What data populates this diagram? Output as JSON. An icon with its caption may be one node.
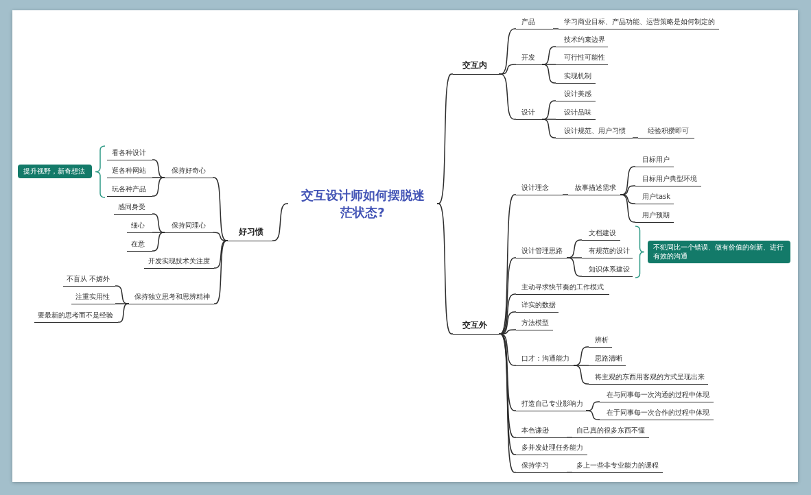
{
  "diagram": {
    "nodes": [
      {
        "text": [
          "交互设计师如何摆脱迷茫状态?"
        ]
      },
      {
        "text": [
          "好习惯"
        ]
      },
      {
        "text": [
          "保持好奇心"
        ]
      },
      {
        "text": [
          "看各种设计"
        ]
      },
      {
        "text": [
          "逛各种网站"
        ]
      },
      {
        "text": [
          "玩各种产品"
        ]
      },
      {
        "text": [
          "提升视野，新奇想法"
        ]
      },
      {
        "text": [
          "保持同理心"
        ]
      },
      {
        "text": [
          "感同身受"
        ]
      },
      {
        "text": [
          "细心"
        ]
      },
      {
        "text": [
          "在意"
        ]
      },
      {
        "text": [
          "开发实现技术关注度"
        ]
      },
      {
        "text": [
          "保持独立思考和思辨精神"
        ]
      },
      {
        "text": [
          "不盲从 不媚外"
        ]
      },
      {
        "text": [
          "注重实用性"
        ]
      },
      {
        "text": [
          "要最新的思考而不是经验"
        ]
      },
      {
        "text": [
          "交互内"
        ]
      },
      {
        "text": [
          "产品"
        ]
      },
      {
        "text": [
          "学习商业目标、产品功能、运营策略是如何制定的"
        ]
      },
      {
        "text": [
          "开发"
        ]
      },
      {
        "text": [
          "技术约束边界"
        ]
      },
      {
        "text": [
          "可行性可能性"
        ]
      },
      {
        "text": [
          "实现机制"
        ]
      },
      {
        "text": [
          "设计"
        ]
      },
      {
        "text": [
          "设计美感"
        ]
      },
      {
        "text": [
          "设计品味"
        ]
      },
      {
        "text": [
          "设计规范、用户习惯"
        ]
      },
      {
        "text": [
          "经验积攒即可"
        ]
      },
      {
        "text": [
          "交互外"
        ]
      },
      {
        "text": [
          "设计理念"
        ]
      },
      {
        "text": [
          "故事描述需求"
        ]
      },
      {
        "text": [
          "目标用户"
        ]
      },
      {
        "text": [
          "目标用户典型环境"
        ]
      },
      {
        "text": [
          "用户task"
        ]
      },
      {
        "text": [
          "用户预期"
        ]
      },
      {
        "text": [
          "设计管理思路"
        ]
      },
      {
        "text": [
          "文档建设"
        ]
      },
      {
        "text": [
          "有规范的设计"
        ]
      },
      {
        "text": [
          "知识体系建设"
        ]
      },
      {
        "text": [
          "不犯同比一个错误、做有价值的创新、进行有效的沟通"
        ]
      },
      {
        "text": [
          "主动寻求快节奏的工作模式"
        ]
      },
      {
        "text": [
          "详实的数据"
        ]
      },
      {
        "text": [
          "方法模型"
        ]
      },
      {
        "text": [
          "口才：沟通能力"
        ]
      },
      {
        "text": [
          "辨析"
        ]
      },
      {
        "text": [
          "思路清晰"
        ]
      },
      {
        "text": [
          "将主观的东西用客观的方式呈现出来"
        ]
      },
      {
        "text": [
          "打造自己专业影响力"
        ]
      },
      {
        "text": [
          "在与同事每一次沟通的过程中体现"
        ]
      },
      {
        "text": [
          "在于同事每一次合作的过程中体现"
        ]
      },
      {
        "text": [
          "本色谦逊"
        ]
      },
      {
        "text": [
          "自己真的很多东西不懂"
        ]
      },
      {
        "text": [
          "多并发处理任务能力"
        ]
      },
      {
        "text": [
          "保持学习"
        ]
      },
      {
        "text": [
          "多上一些非专业能力的课程"
        ]
      }
    ],
    "edges": [
      {
        "from": 0,
        "to": 1,
        "arrow": "none"
      },
      {
        "from": 1,
        "to": 2,
        "arrow": "none"
      },
      {
        "from": 2,
        "to": 3,
        "arrow": "none"
      },
      {
        "from": 2,
        "to": 4,
        "arrow": "none"
      },
      {
        "from": 2,
        "to": 5,
        "arrow": "none"
      },
      {
        "from": 1,
        "to": 7,
        "arrow": "none"
      },
      {
        "from": 7,
        "to": 8,
        "arrow": "none"
      },
      {
        "from": 7,
        "to": 9,
        "arrow": "none"
      },
      {
        "from": 7,
        "to": 10,
        "arrow": "none"
      },
      {
        "from": 1,
        "to": 11,
        "arrow": "none"
      },
      {
        "from": 1,
        "to": 12,
        "arrow": "none"
      },
      {
        "from": 12,
        "to": 13,
        "arrow": "none"
      },
      {
        "from": 12,
        "to": 14,
        "arrow": "none"
      },
      {
        "from": 12,
        "to": 15,
        "arrow": "none"
      },
      {
        "from": 0,
        "to": 16,
        "arrow": "none"
      },
      {
        "from": 16,
        "to": 17,
        "arrow": "none"
      },
      {
        "from": 17,
        "to": 18,
        "arrow": "none"
      },
      {
        "from": 16,
        "to": 19,
        "arrow": "none"
      },
      {
        "from": 19,
        "to": 20,
        "arrow": "none"
      },
      {
        "from": 19,
        "to": 21,
        "arrow": "none"
      },
      {
        "from": 19,
        "to": 22,
        "arrow": "none"
      },
      {
        "from": 16,
        "to": 23,
        "arrow": "none"
      },
      {
        "from": 23,
        "to": 24,
        "arrow": "none"
      },
      {
        "from": 23,
        "to": 25,
        "arrow": "none"
      },
      {
        "from": 23,
        "to": 26,
        "arrow": "none"
      },
      {
        "from": 26,
        "to": 27,
        "arrow": "none"
      },
      {
        "from": 0,
        "to": 28,
        "arrow": "none"
      },
      {
        "from": 28,
        "to": 29,
        "arrow": "none"
      },
      {
        "from": 29,
        "to": 30,
        "arrow": "none"
      },
      {
        "from": 30,
        "to": 31,
        "arrow": "none"
      },
      {
        "from": 30,
        "to": 32,
        "arrow": "none"
      },
      {
        "from": 30,
        "to": 33,
        "arrow": "none"
      },
      {
        "from": 30,
        "to": 34,
        "arrow": "none"
      },
      {
        "from": 28,
        "to": 35,
        "arrow": "none"
      },
      {
        "from": 35,
        "to": 36,
        "arrow": "none"
      },
      {
        "from": 35,
        "to": 37,
        "arrow": "none"
      },
      {
        "from": 35,
        "to": 38,
        "arrow": "none"
      },
      {
        "from": 28,
        "to": 40,
        "arrow": "none"
      },
      {
        "from": 28,
        "to": 41,
        "arrow": "none"
      },
      {
        "from": 28,
        "to": 42,
        "arrow": "none"
      },
      {
        "from": 28,
        "to": 43,
        "arrow": "none"
      },
      {
        "from": 43,
        "to": 44,
        "arrow": "none"
      },
      {
        "from": 43,
        "to": 45,
        "arrow": "none"
      },
      {
        "from": 43,
        "to": 46,
        "arrow": "none"
      },
      {
        "from": 28,
        "to": 47,
        "arrow": "none"
      },
      {
        "from": 47,
        "to": 48,
        "arrow": "none"
      },
      {
        "from": 47,
        "to": 49,
        "arrow": "none"
      },
      {
        "from": 28,
        "to": 50,
        "arrow": "none"
      },
      {
        "from": 50,
        "to": 51,
        "arrow": "none"
      },
      {
        "from": 28,
        "to": 52,
        "arrow": "none"
      },
      {
        "from": 28,
        "to": 53,
        "arrow": "none"
      },
      {
        "from": 53,
        "to": 54,
        "arrow": "none"
      }
    ]
  }
}
